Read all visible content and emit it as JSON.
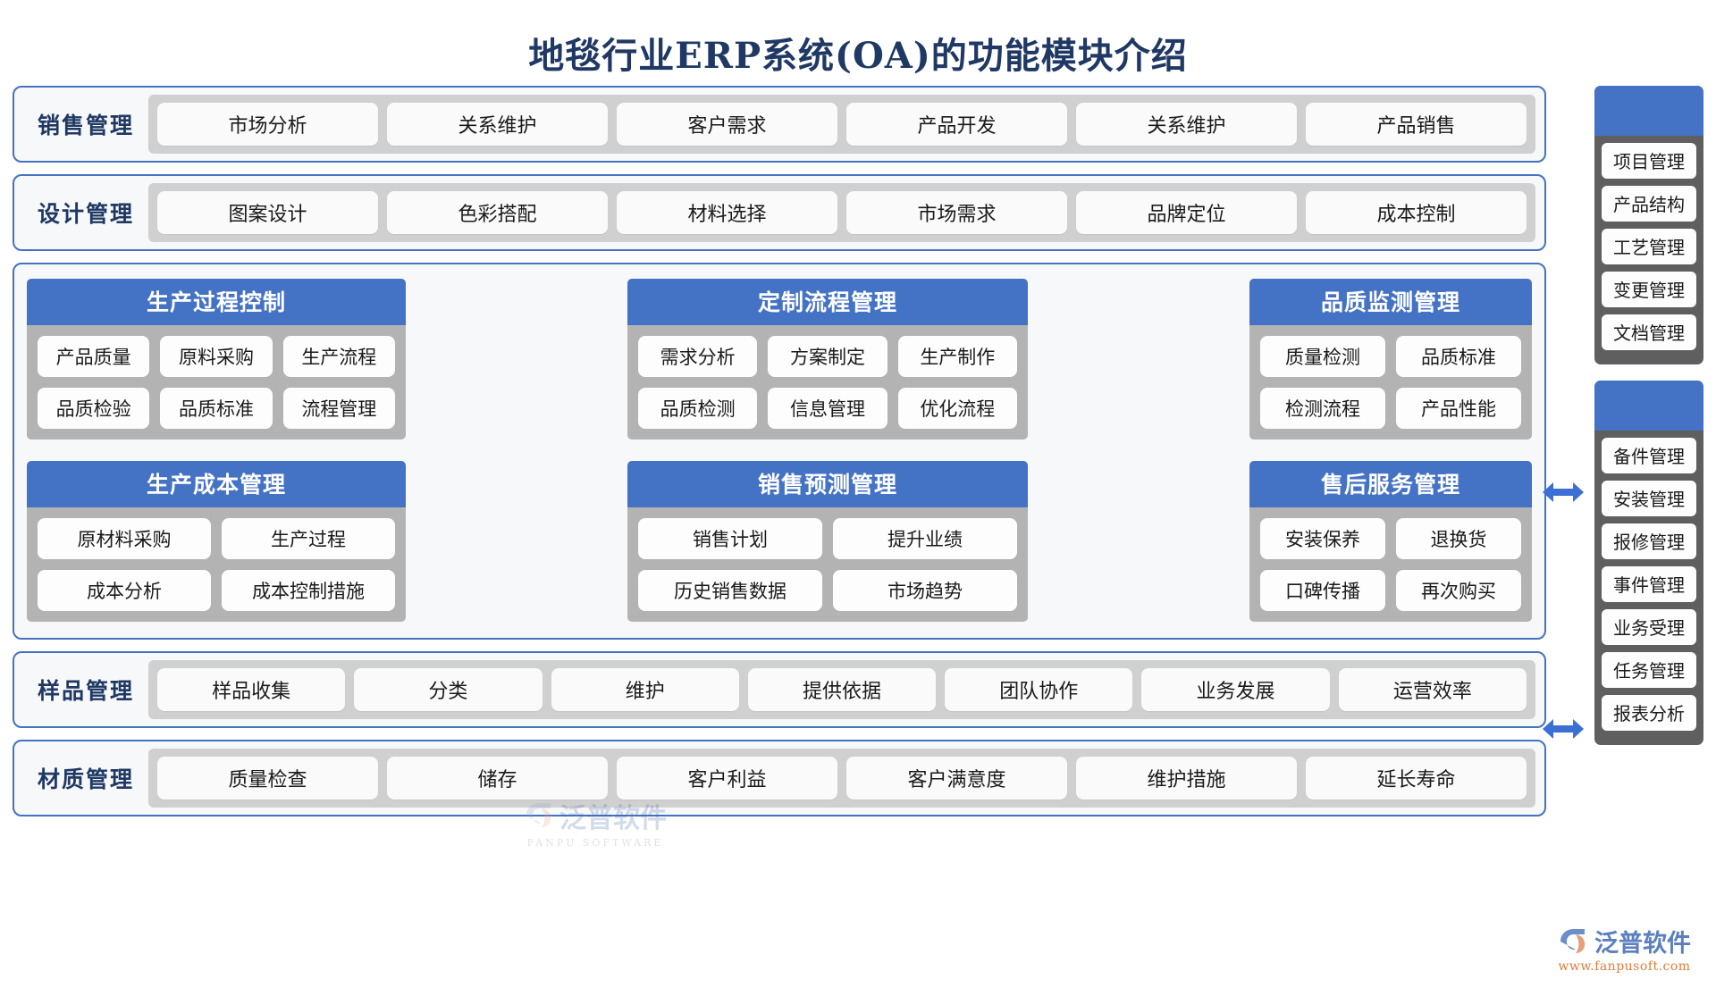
{
  "title": "地毯行业ERP系统(OA)的功能模块介绍",
  "colors": {
    "accent": "#4472c4",
    "title_color": "#1f3864",
    "chip_bg": "#fafafa",
    "band_items_bg": "#d0d0d0",
    "panel_body_bg": "#b3b3b3",
    "sidebar_bg": "#5f5f5f"
  },
  "bands_top": [
    {
      "label": "销售管理",
      "items": [
        "市场分析",
        "关系维护",
        "客户需求",
        "产品开发",
        "关系维护",
        "产品销售"
      ]
    },
    {
      "label": "设计管理",
      "items": [
        "图案设计",
        "色彩搭配",
        "材料选择",
        "市场需求",
        "品牌定位",
        "成本控制"
      ]
    }
  ],
  "middle": {
    "rows": [
      {
        "panels": [
          {
            "title": "生产过程控制",
            "lines": [
              [
                "产品质量",
                "原料采购",
                "生产流程"
              ],
              [
                "品质检验",
                "品质标准",
                "流程管理"
              ]
            ]
          },
          {
            "title": "定制流程管理",
            "lines": [
              [
                "需求分析",
                "方案制定",
                "生产制作"
              ],
              [
                "品质检测",
                "信息管理",
                "优化流程"
              ]
            ]
          },
          {
            "title": "品质监测管理",
            "lines": [
              [
                "质量检测",
                "品质标准"
              ],
              [
                "检测流程",
                "产品性能"
              ]
            ]
          }
        ]
      },
      {
        "panels": [
          {
            "title": "生产成本管理",
            "lines": [
              [
                "原材料采购",
                "生产过程"
              ],
              [
                "成本分析",
                "成本控制措施"
              ]
            ]
          },
          {
            "title": "销售预测管理",
            "lines": [
              [
                "销售计划",
                "提升业绩"
              ],
              [
                "历史销售数据",
                "市场趋势"
              ]
            ]
          },
          {
            "title": "售后服务管理",
            "lines": [
              [
                "安装保养",
                "退换货"
              ],
              [
                "口碑传播",
                "再次购买"
              ]
            ]
          }
        ]
      }
    ]
  },
  "bands_bottom": [
    {
      "label": "样品管理",
      "items": [
        "样品收集",
        "分类",
        "维护",
        "提供依据",
        "团队协作",
        "业务发展",
        "运营效率"
      ]
    },
    {
      "label": "材质管理",
      "items": [
        "质量检查",
        "储存",
        "客户利益",
        "客户满意度",
        "维护措施",
        "延长寿命"
      ]
    }
  ],
  "sidebar": {
    "boxes": [
      {
        "items": [
          "项目管理",
          "产品结构",
          "工艺管理",
          "变更管理",
          "文档管理"
        ]
      },
      {
        "items": [
          "备件管理",
          "安装管理",
          "报修管理",
          "事件管理",
          "业务受理",
          "任务管理",
          "报表分析"
        ]
      }
    ]
  },
  "watermark": {
    "name": "泛普软件",
    "sub": "FANPU SOFTWARE"
  },
  "brand": {
    "name": "泛普软件",
    "url": "www.fanpusoft.com"
  }
}
